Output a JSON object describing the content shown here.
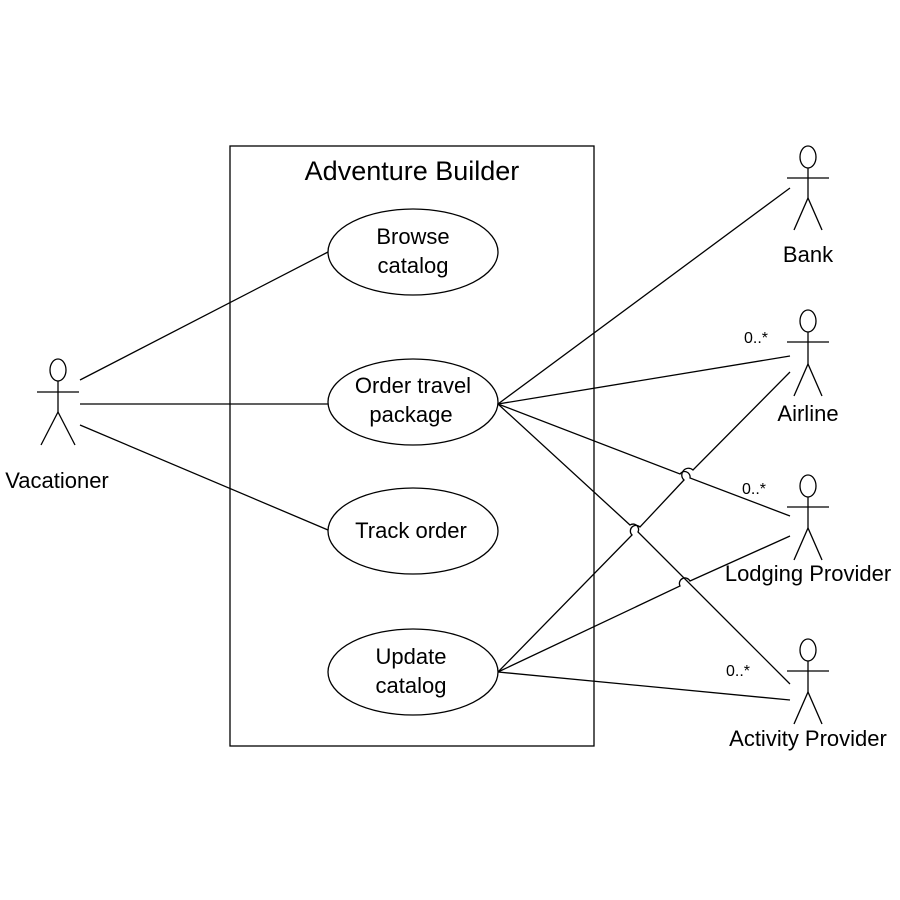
{
  "system": {
    "title": "Adventure Builder"
  },
  "use_cases": {
    "browse": [
      "Browse",
      "catalog"
    ],
    "order": [
      "Order travel",
      "package"
    ],
    "track": [
      "Track order"
    ],
    "update": [
      "Update",
      "catalog"
    ]
  },
  "actors": {
    "vacationer": "Vacationer",
    "bank": "Bank",
    "airline": "Airline",
    "lodging": "Lodging Provider",
    "activity": "Activity Provider"
  },
  "multiplicities": {
    "airline": "0..*",
    "lodging": "0..*",
    "activity": "0..*"
  },
  "associations": [
    {
      "from": "Vacationer",
      "to": "Browse catalog"
    },
    {
      "from": "Vacationer",
      "to": "Order travel package"
    },
    {
      "from": "Vacationer",
      "to": "Track order"
    },
    {
      "from": "Order travel package",
      "to": "Bank"
    },
    {
      "from": "Order travel package",
      "to": "Airline"
    },
    {
      "from": "Order travel package",
      "to": "Lodging Provider"
    },
    {
      "from": "Order travel package",
      "to": "Activity Provider"
    },
    {
      "from": "Update catalog",
      "to": "Airline"
    },
    {
      "from": "Update catalog",
      "to": "Lodging Provider"
    },
    {
      "from": "Update catalog",
      "to": "Activity Provider"
    }
  ]
}
